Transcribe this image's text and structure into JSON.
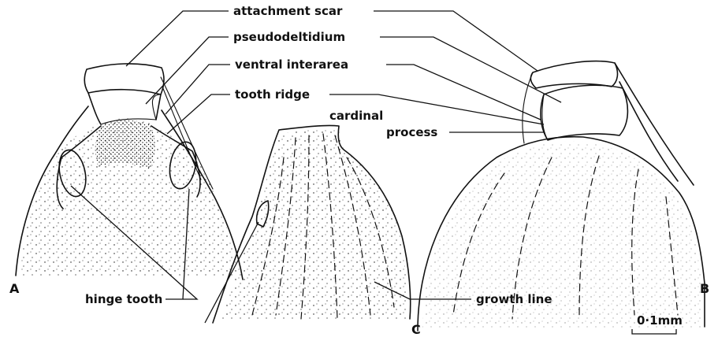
{
  "labels": {
    "attachment_scar": "attachment scar",
    "pseudodeltidium": "pseudodeltidium",
    "ventral_interarea": "ventral interarea",
    "tooth_ridge": "tooth ridge",
    "cardinal_line1": "cardinal",
    "cardinal_line2": "process",
    "hinge_tooth": "hinge tooth",
    "growth_line": "growth line"
  },
  "panels": {
    "a": "A",
    "b": "B",
    "c": "C"
  },
  "scale_bar": {
    "label": "0·1mm"
  },
  "colors": {
    "ink": "#111111",
    "background": "#ffffff"
  }
}
